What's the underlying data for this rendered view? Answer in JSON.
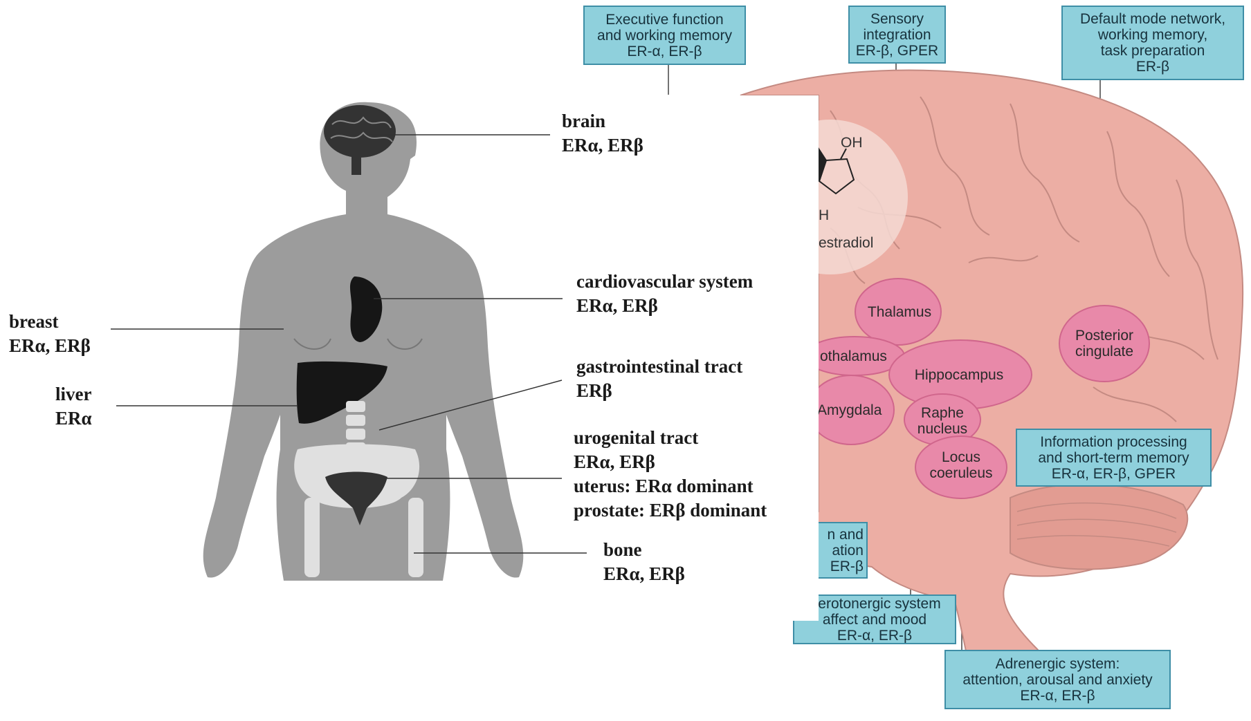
{
  "brain_figure": {
    "callouts": {
      "executive": [
        "Executive function",
        "and working memory",
        "ER-α, ER-β"
      ],
      "sensory": [
        "Sensory",
        "integration",
        "ER-β, GPER"
      ],
      "default_mode": [
        "Default mode network,",
        "working memory,",
        "task preparation",
        "ER-β"
      ],
      "info_processing": [
        "Information processing",
        "and short-term memory",
        "ER-α, ER-β, GPER"
      ],
      "emotion_partial": [
        "n and",
        "ation",
        "ER-β"
      ],
      "serotonergic": [
        "Serotonergic system",
        "affect and mood",
        "ER-α, ER-β"
      ],
      "adrenergic": [
        "Adrenergic system:",
        "attention, arousal and anxiety",
        "ER-α, ER-β"
      ]
    },
    "regions": {
      "thalamus": "Thalamus",
      "hypothalamus_partial": "othalamus",
      "hippocampus": "Hippocampus",
      "amygdala": "Amygdala",
      "raphe": [
        "Raphe",
        "nucleus"
      ],
      "locus": [
        "Locus",
        "coeruleus"
      ],
      "posterior": [
        "Posterior",
        "cingulate"
      ]
    },
    "estradiol": {
      "oh_label": "OH",
      "partial_h": "H",
      "name_partial": "estradiol"
    }
  },
  "body_figure": {
    "labels": {
      "brain": [
        "brain",
        "ERα, ERβ"
      ],
      "cardiovascular": [
        "cardiovascular system",
        "ERα, ERβ"
      ],
      "breast": [
        "breast",
        "ERα, ERβ"
      ],
      "liver": [
        "liver",
        "ERα"
      ],
      "gastrointestinal": [
        "gastrointestinal tract",
        "ERβ"
      ],
      "urogenital": [
        "urogenital tract",
        "ERα, ERβ",
        "uterus: ERα dominant",
        "prostate: ERβ dominant"
      ],
      "bone": [
        "bone",
        "ERα, ERβ"
      ]
    }
  },
  "colors": {
    "brain_fill": "#ecaea4",
    "region_fill": "#e889a9",
    "callout_fill": "#8fd0dc",
    "callout_border": "#3e8ea6",
    "silhouette": "#9c9c9c",
    "organ": "#161616"
  }
}
